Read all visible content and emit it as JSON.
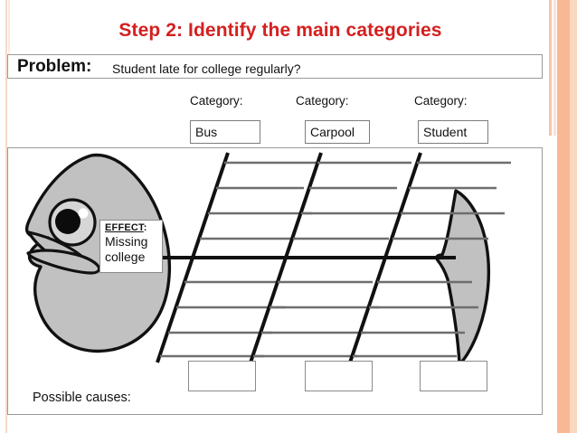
{
  "slide": {
    "title": "Step 2: Identify the main categories",
    "title_color": "#d42020",
    "problem_label": "Problem:",
    "problem_text": "Student late for college regularly?",
    "possible_causes_label": "Possible causes:"
  },
  "categories": [
    {
      "label": "Category:",
      "value": "Bus"
    },
    {
      "label": "Category:",
      "value": "Carpool"
    },
    {
      "label": "Category:",
      "value": "Student"
    }
  ],
  "cause_boxes": [
    {
      "value": ""
    },
    {
      "value": ""
    },
    {
      "value": ""
    }
  ],
  "effect": {
    "heading": "EFFECT",
    "heading_suffix": ":",
    "line1": "Missing",
    "line2": "college"
  },
  "diagram": {
    "type": "fishbone",
    "fish_fill": "#c1c1c1",
    "outline_color": "#111111",
    "spine_color": "#111111",
    "sub_bone_color": "#6e6e6e",
    "icons": {
      "fish_head": "fish-head-icon",
      "fish_tail": "fish-tail-icon",
      "fish_eye": "fish-eye-icon"
    }
  }
}
